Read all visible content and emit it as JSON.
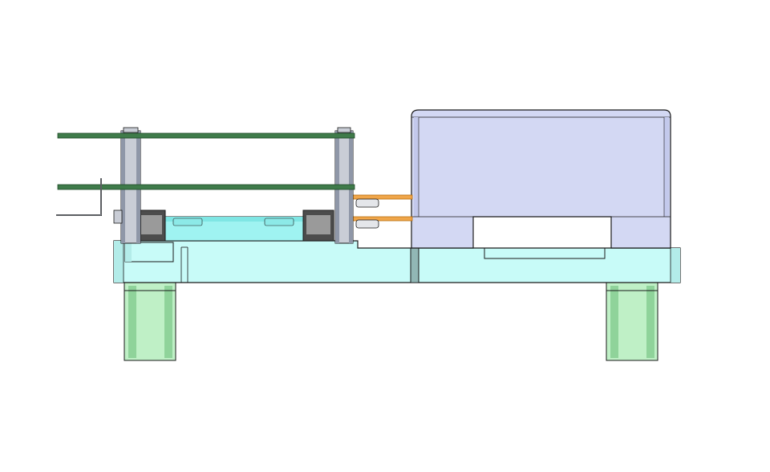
{
  "colors": {
    "background": "#ffffff",
    "outline": "#1a1a1a",
    "base_plate": "#c8fbf8",
    "base_plate_shade": "#b3ece9",
    "enclosure": "#d3d8f3",
    "enclosure_shade": "#c3c9ec",
    "pcb": "#3f7b4a",
    "pcb_edge": "#1f4a28",
    "standoff": "#c9cdd6",
    "standoff_shade": "#8f97a8",
    "foot": "#bff0c6",
    "foot_shade": "#8fd39a",
    "connector_dark": "#4c4c4c",
    "connector_mid": "#9a9a9a",
    "module": "#9ff3f1",
    "module_top": "#7fe6e4",
    "cable": "#f0a64a",
    "cable_edge": "#b86e10"
  },
  "parts": {
    "base_plate": "base-plate",
    "enclosure": "enclosure-box",
    "pcb_upper": "pcb-upper",
    "pcb_lower": "pcb-lower",
    "standoffs": 2,
    "feet": 2,
    "cables": 2
  }
}
